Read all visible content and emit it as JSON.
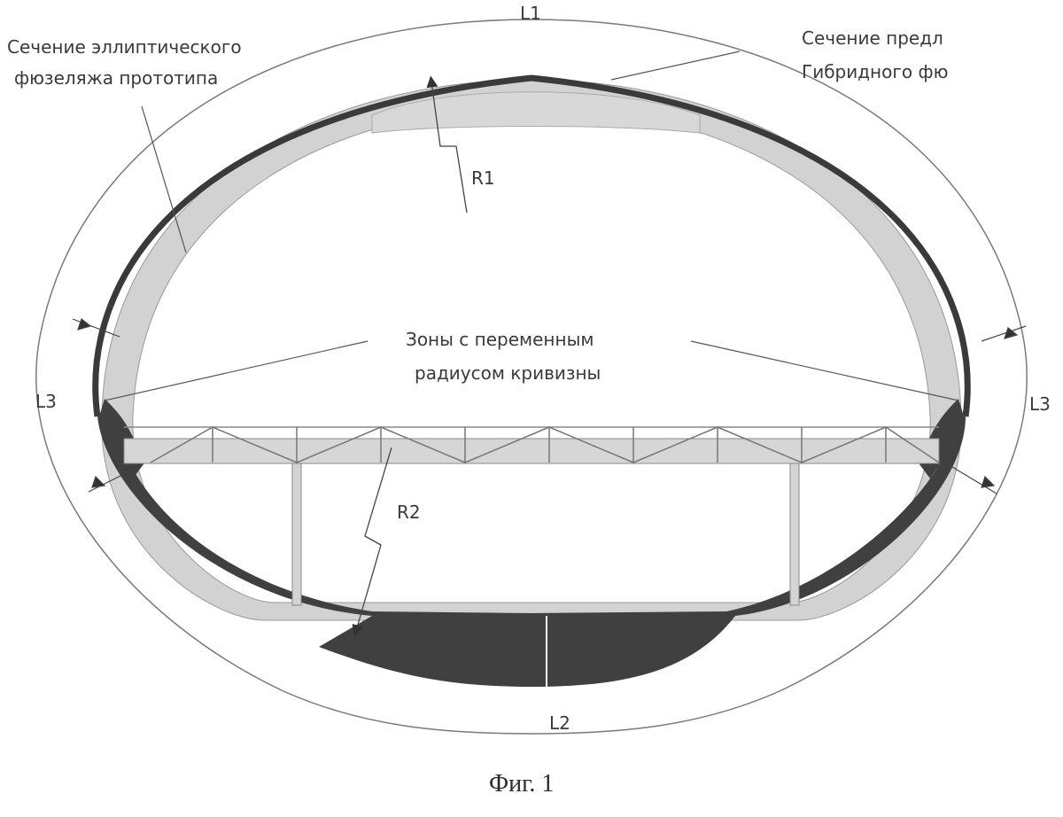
{
  "figure": {
    "caption": "Фиг. 1",
    "labels": {
      "prototype_line1": "Сечение эллиптического",
      "prototype_line2": "фюзеляжа прототипа",
      "hybrid_line1": "Сечение предл",
      "hybrid_line2": "Гибридного фю",
      "zones_line1": "Зоны с переменным",
      "zones_line2": "радиусом кривизны",
      "L1": "L1",
      "L2": "L2",
      "L3_left": "L3",
      "L3_right": "L3",
      "R1": "R1",
      "R2": "R2"
    },
    "colors": {
      "hybrid_shell": "#3c3c3c",
      "prototype_shell": "#cfcfcf",
      "floor_beam": "#d4d4d4",
      "outline": "#6a6a6a",
      "background": "#ffffff"
    }
  }
}
